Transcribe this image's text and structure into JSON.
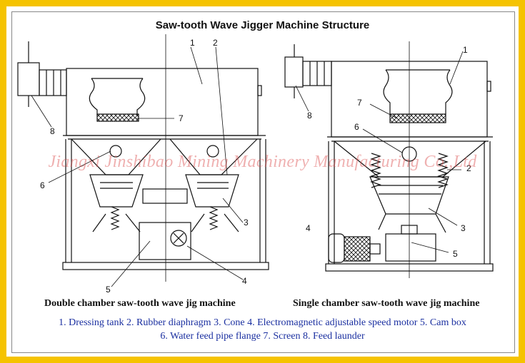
{
  "title": "Saw-tooth Wave Jigger Machine Structure",
  "watermark": "Jiangxi Jinshibao Mining Machinery Manufacturing Co.,Ltd",
  "captions": {
    "left": "Double chamber saw-tooth wave jig machine",
    "right": "Single chamber saw-tooth wave jig machine"
  },
  "legend": {
    "line1": "1. Dressing tank  2. Rubber diaphragm  3. Cone  4. Electromagnetic adjustable speed motor  5. Cam box",
    "line2": "6. Water feed pipe flange 7. Screen  8. Feed launder"
  },
  "labels": {
    "l1": "1",
    "l2": "2",
    "l3": "3",
    "l4": "4",
    "l5": "5",
    "l6": "6",
    "l7": "7",
    "l8": "8",
    "r1": "1",
    "r2": "2",
    "r3": "3",
    "r4": "4",
    "r5": "5",
    "r6": "6",
    "r7": "7",
    "r8": "8"
  },
  "colors": {
    "frame": "#f5c300",
    "legend_text": "#1a2fa0",
    "watermark": "#dc5050"
  }
}
